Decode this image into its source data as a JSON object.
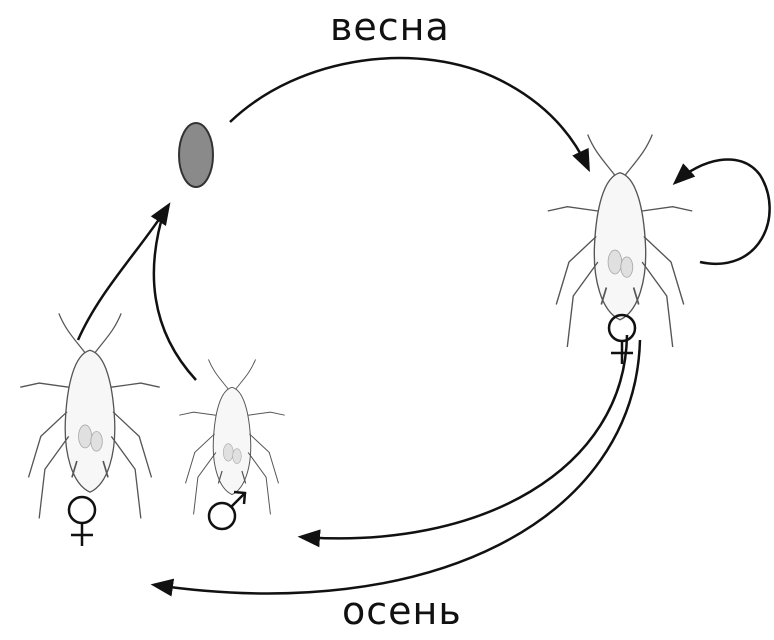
{
  "labels": {
    "top": "весна",
    "bottom": "осень"
  },
  "symbols": {
    "female": "female-symbol",
    "male": "male-symbol"
  },
  "colors": {
    "egg_fill": "#8a8a8a",
    "line": "#111111",
    "insect_stroke": "#555555"
  }
}
